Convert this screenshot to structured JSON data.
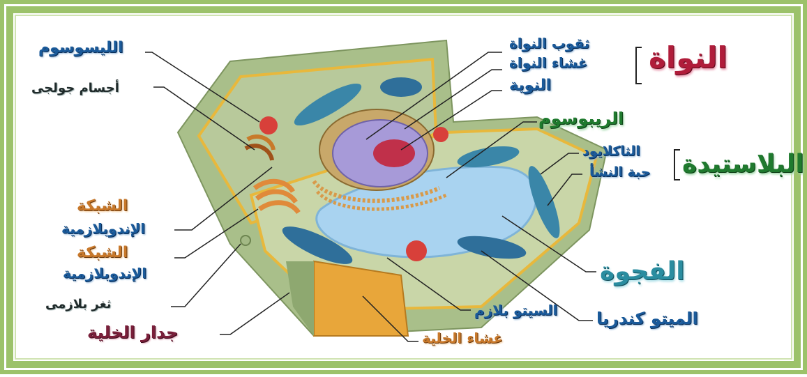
{
  "frame": {
    "border_color": "#9cc26a",
    "inner_line": "#7aa84a",
    "background": "#ffffff"
  },
  "labels": {
    "lysosome": "الليسوسوم",
    "golgi": "أجسام جولجى",
    "er_rough": "الشبكة",
    "er_rough_2": "الإندوبلازمية",
    "er_smooth": "الشبكة",
    "er_smooth_2": "الإندوبلازمية",
    "plasmodesma": "ثغر بلازمى",
    "cell_wall": "جدار الخلية",
    "nuclear_pores": "ثقوب النواة",
    "nuclear_membrane": "غشاء النواة",
    "nucleolus": "النوية",
    "nucleus": "النواة",
    "ribosome": "الريبوسوم",
    "thylakoid": "الثاكلايود",
    "starch_grain": "حبة النشأ",
    "plastid": "البلاستيدة",
    "vacuole": "الفجوة",
    "mitochondria": "الميتو كندريا",
    "cytoplasm": "السيتو بلازم",
    "cell_membrane": "غشاء الخلية"
  },
  "colors": {
    "cell_outer": "#a9bf8a",
    "cell_wall_face": "#8ea870",
    "cytoplasm": "#c9d6a8",
    "membrane": "#e8b83c",
    "vacuole": "#a9d3f0",
    "nucleus": "#a79ad8",
    "nucleolus": "#c0304a",
    "er": "#d89a4a",
    "mitochondria": "#2f6f9a",
    "lysosome": "#d8403a",
    "wall_section": "#e8a63a"
  }
}
